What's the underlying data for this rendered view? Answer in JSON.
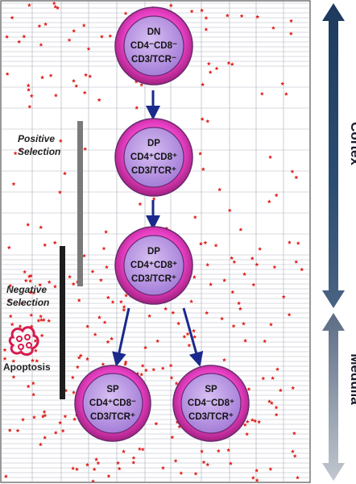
{
  "colors": {
    "background": "#ffffff",
    "grid_line": "#a8aab4",
    "grid_line_dense": "#b4b6c2",
    "cell_outer": "#e83fc4",
    "cell_inner": "#b98ee0",
    "cell_border": "#6a2a70",
    "arrow": "#1a2a8c",
    "positive_bar": "#7a7a7a",
    "negative_bar": "#1e1e1e",
    "star": "#e0201a",
    "apoptosis": "#d81a4e",
    "cortex_arrow": "#1e3a5e",
    "medulla_arrow": "#8a95a6"
  },
  "regions": {
    "cortex_label": "Cortex",
    "medulla_label": "Medulla"
  },
  "cells": [
    {
      "id": "dn",
      "line1": "DN",
      "line2": "CD4⁻CD8⁻",
      "line3": "CD3/TCR⁻"
    },
    {
      "id": "dp1",
      "line1": "DP",
      "line2": "CD4⁺CD8⁺",
      "line3": "CD3/TCR⁺"
    },
    {
      "id": "dp2",
      "line1": "DP",
      "line2": "CD4⁺CD8⁺",
      "line3": "CD3/TCR⁺"
    },
    {
      "id": "sp-cd4",
      "line1": "SP",
      "line2": "CD4⁺CD8⁻",
      "line3": "CD3/TCR⁺"
    },
    {
      "id": "sp-cd8",
      "line1": "SP",
      "line2": "CD4⁻CD8⁺",
      "line3": "CD3/TCR⁺"
    }
  ],
  "labels": {
    "positive_line1": "Positive",
    "positive_line2": "Selection",
    "negative_line1": "Negative",
    "negative_line2": "Selection",
    "apoptosis": "Apoptosis"
  },
  "icons": {
    "apoptosis_icon": "apoptotic-cell-icon",
    "star_icon": "red-star-icon"
  }
}
